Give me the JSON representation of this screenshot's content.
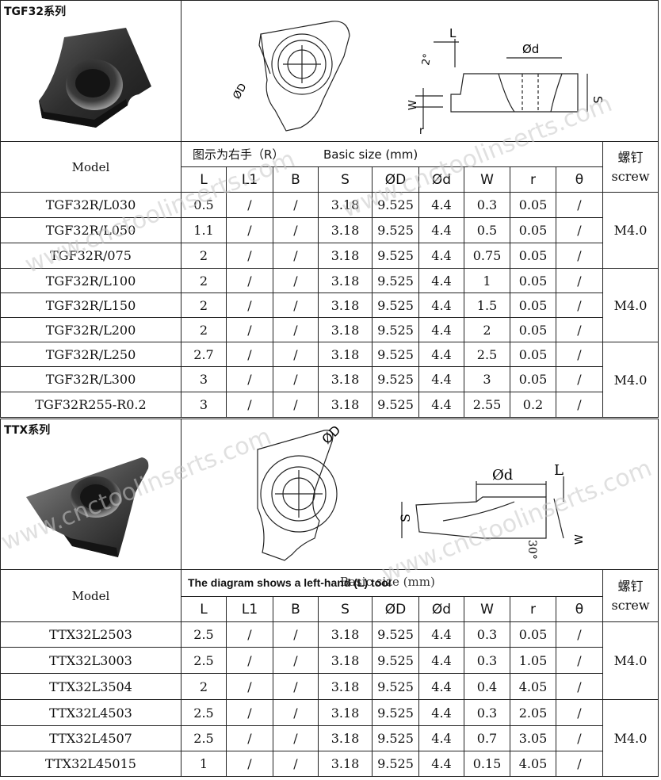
{
  "section1": {
    "title": "TGF32系列",
    "header": {
      "model": "Model",
      "basic_prefix": "图示为右手（R）",
      "basic_label": "Basic size (mm)",
      "screw_cn": "螺钉",
      "screw_en": "screw"
    },
    "columns": [
      "L",
      "L1",
      "B",
      "S",
      "ØD",
      "Ød",
      "W",
      "r",
      "θ"
    ],
    "rows": [
      {
        "model": "TGF32R/L030",
        "L": "0.5",
        "L1": "/",
        "B": "/",
        "S": "3.18",
        "D": "9.525",
        "d": "4.4",
        "W": "0.3",
        "r": "0.05",
        "t": "/"
      },
      {
        "model": "TGF32R/L050",
        "L": "1.1",
        "L1": "/",
        "B": "/",
        "S": "3.18",
        "D": "9.525",
        "d": "4.4",
        "W": "0.5",
        "r": "0.05",
        "t": "/"
      },
      {
        "model": "TGF32R/075",
        "L": "2",
        "L1": "/",
        "B": "/",
        "S": "3.18",
        "D": "9.525",
        "d": "4.4",
        "W": "0.75",
        "r": "0.05",
        "t": "/"
      },
      {
        "model": "TGF32R/L100",
        "L": "2",
        "L1": "/",
        "B": "/",
        "S": "3.18",
        "D": "9.525",
        "d": "4.4",
        "W": "1",
        "r": "0.05",
        "t": "/"
      },
      {
        "model": "TGF32R/L150",
        "L": "2",
        "L1": "/",
        "B": "/",
        "S": "3.18",
        "D": "9.525",
        "d": "4.4",
        "W": "1.5",
        "r": "0.05",
        "t": "/"
      },
      {
        "model": "TGF32R/L200",
        "L": "2",
        "L1": "/",
        "B": "/",
        "S": "3.18",
        "D": "9.525",
        "d": "4.4",
        "W": "2",
        "r": "0.05",
        "t": "/"
      },
      {
        "model": "TGF32R/L250",
        "L": "2.7",
        "L1": "/",
        "B": "/",
        "S": "3.18",
        "D": "9.525",
        "d": "4.4",
        "W": "2.5",
        "r": "0.05",
        "t": "/"
      },
      {
        "model": "TGF32R/L300",
        "L": "3",
        "L1": "/",
        "B": "/",
        "S": "3.18",
        "D": "9.525",
        "d": "4.4",
        "W": "3",
        "r": "0.05",
        "t": "/"
      },
      {
        "model": "TGF32R255-R0.2",
        "L": "3",
        "L1": "/",
        "B": "/",
        "S": "3.18",
        "D": "9.525",
        "d": "4.4",
        "W": "2.55",
        "r": "0.2",
        "t": "/"
      }
    ],
    "screws": [
      "M4.0",
      "M4.0",
      "M4.0"
    ]
  },
  "section2": {
    "title": "TTX系列",
    "header": {
      "model": "Model",
      "note": "The diagram shows a left-hand (L) tool",
      "basic_label": "Basic size (mm)",
      "screw_cn": "螺钉",
      "screw_en": "screw"
    },
    "columns": [
      "L",
      "L1",
      "B",
      "S",
      "ØD",
      "Ød",
      "W",
      "r",
      "θ"
    ],
    "rows": [
      {
        "model": "TTX32L2503",
        "L": "2.5",
        "L1": "/",
        "B": "/",
        "S": "3.18",
        "D": "9.525",
        "d": "4.4",
        "W": "0.3",
        "r": "0.05",
        "t": "/"
      },
      {
        "model": "TTX32L3003",
        "L": "2.5",
        "L1": "/",
        "B": "/",
        "S": "3.18",
        "D": "9.525",
        "d": "4.4",
        "W": "0.3",
        "r": "1.05",
        "t": "/"
      },
      {
        "model": "TTX32L3504",
        "L": "2",
        "L1": "/",
        "B": "/",
        "S": "3.18",
        "D": "9.525",
        "d": "4.4",
        "W": "0.4",
        "r": "4.05",
        "t": "/"
      },
      {
        "model": "TTX32L4503",
        "L": "2.5",
        "L1": "/",
        "B": "/",
        "S": "3.18",
        "D": "9.525",
        "d": "4.4",
        "W": "0.3",
        "r": "2.05",
        "t": "/"
      },
      {
        "model": "TTX32L4507",
        "L": "2.5",
        "L1": "/",
        "B": "/",
        "S": "3.18",
        "D": "9.525",
        "d": "4.4",
        "W": "0.7",
        "r": "3.05",
        "t": "/"
      },
      {
        "model": "TTX32L45015",
        "L": "1",
        "L1": "/",
        "B": "/",
        "S": "3.18",
        "D": "9.525",
        "d": "4.4",
        "W": "0.15",
        "r": "4.05",
        "t": "/"
      }
    ],
    "screws": [
      "M4.0",
      "M4.0"
    ]
  },
  "drawings": {
    "tgf_labels": {
      "L": "L",
      "angle": "2°",
      "d": "Ød",
      "D": "ØD",
      "S": "S",
      "W": "W",
      "r": "r"
    },
    "ttx_labels": {
      "D": "ØD",
      "d": "Ød",
      "L": "L",
      "S": "S",
      "angle": "30°",
      "W": "W"
    }
  },
  "watermark": "www.cnctoolinserts.com"
}
